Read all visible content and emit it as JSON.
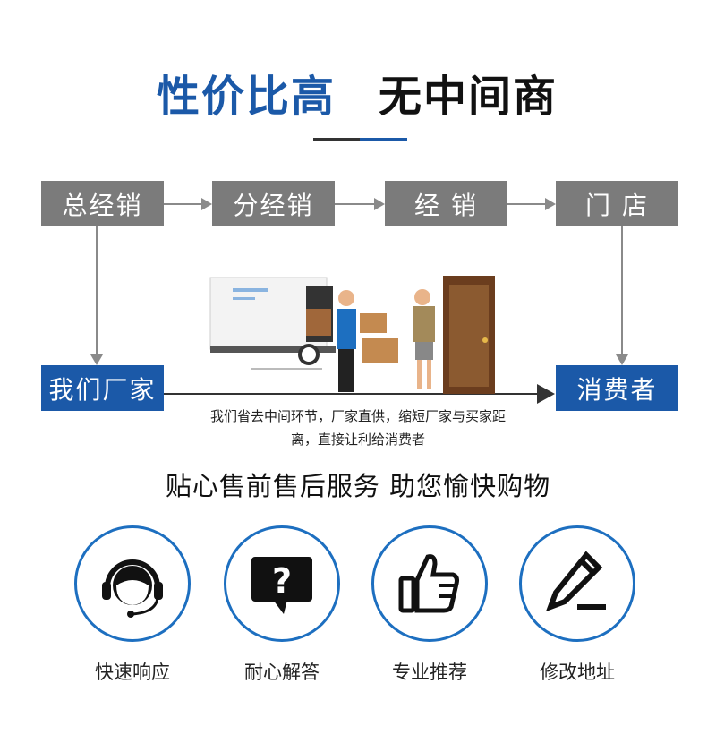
{
  "header": {
    "title_blue": "性价比高",
    "title_black": "无中间商"
  },
  "flow": {
    "top": [
      "总经销",
      "分经销",
      "经 销",
      "门 店"
    ],
    "manufacturer": "我们厂家",
    "consumer": "消费者",
    "description_line1": "我们省去中间环节，厂家直供，缩短厂家与买家距",
    "description_line2": "离，直接让利给消费者"
  },
  "service": {
    "heading": "贴心售前售后服务 助您愉快购物",
    "items": [
      {
        "label": "快速响应",
        "icon": "headset-icon"
      },
      {
        "label": "耐心解答",
        "icon": "question-bubble-icon"
      },
      {
        "label": "专业推荐",
        "icon": "thumbs-up-icon"
      },
      {
        "label": "修改地址",
        "icon": "pencil-edit-icon"
      }
    ]
  },
  "colors": {
    "blue": "#1b59a8",
    "grey": "#7b7b7b",
    "circle": "#1d6fc0"
  }
}
